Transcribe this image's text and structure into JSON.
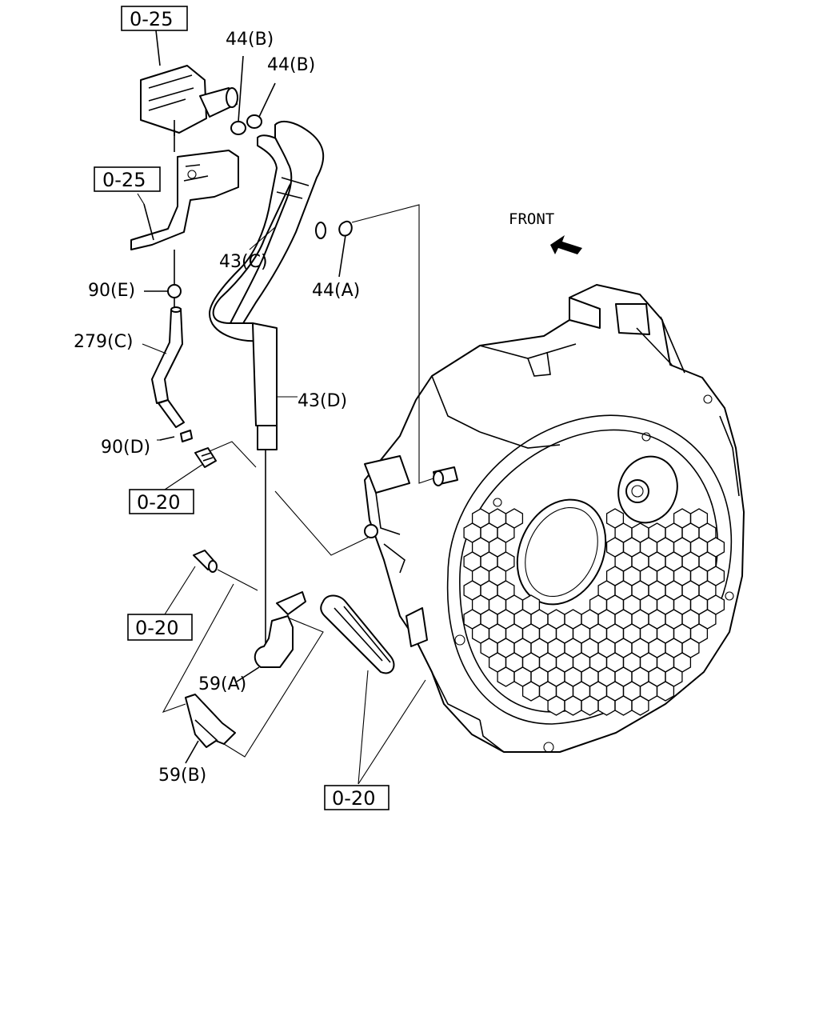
{
  "front_label": "FRONT",
  "refs": {
    "r025_top": "0-25",
    "r025_mid": "0-25",
    "r020_left": "0-20",
    "r020_lower": "0-20",
    "r020_bottom": "0-20"
  },
  "labels": {
    "l44b_1": "44(B)",
    "l44b_2": "44(B)",
    "l43c": "43(C)",
    "l44a": "44(A)",
    "l90e": "90(E)",
    "l279c": "279(C)",
    "l43d": "43(D)",
    "l90d": "90(D)",
    "l59a": "59(A)",
    "l59b": "59(B)"
  }
}
